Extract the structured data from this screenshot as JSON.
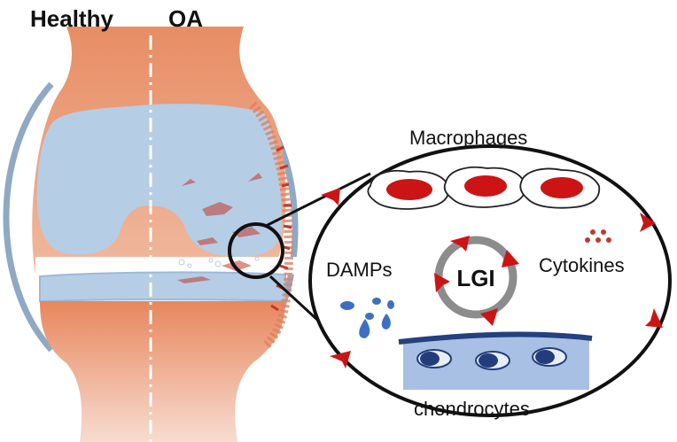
{
  "header": {
    "healthy_label": "Healthy",
    "oa_label": "OA"
  },
  "diagram": {
    "macrophages_label": "Macrophages",
    "damps_label": "DAMPs",
    "cytokines_label": "Cytokines",
    "cycle_label": "LGI",
    "chondrocytes_label": "chondrocytes"
  },
  "colors": {
    "bone": "#e28a62",
    "cartilage": "#b6cde6",
    "synovium_outline": "#8fa9c4",
    "inflammation": "#c0392b",
    "arrow_red": "#cc1414",
    "chondrocyte_layer": "#a7c0e3",
    "chondrocyte_nucleus": "#233d7c",
    "damps_blue": "#3d6fc4",
    "cycle_gray": "#8c8c8c"
  }
}
